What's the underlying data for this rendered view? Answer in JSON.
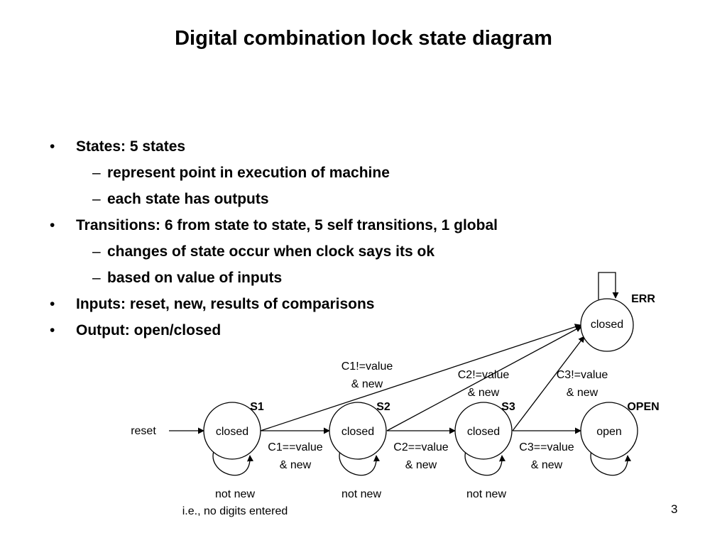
{
  "slide": {
    "title": "Digital combination lock state diagram",
    "page_number": "3",
    "bullets": [
      {
        "level": 1,
        "text": "States: 5 states"
      },
      {
        "level": 2,
        "text": "represent point in execution of machine"
      },
      {
        "level": 2,
        "text": "each state has outputs"
      },
      {
        "level": 1,
        "text": "Transitions: 6 from state to state, 5 self transitions, 1 global"
      },
      {
        "level": 2,
        "text": "changes of state occur when clock says its ok"
      },
      {
        "level": 2,
        "text": "based on value of inputs"
      },
      {
        "level": 1,
        "text": "Inputs: reset, new, results of comparisons"
      },
      {
        "level": 1,
        "text": "Output: open/closed"
      }
    ],
    "bullet_markers": {
      "level1": "•",
      "level2": "–"
    }
  },
  "diagram": {
    "states": [
      {
        "id": "S1",
        "name": "S1",
        "output": "closed"
      },
      {
        "id": "S2",
        "name": "S2",
        "output": "closed"
      },
      {
        "id": "S3",
        "name": "S3",
        "output": "closed"
      },
      {
        "id": "OPEN",
        "name": "OPEN",
        "output": "open"
      },
      {
        "id": "ERR",
        "name": "ERR",
        "output": "closed"
      }
    ],
    "entry": {
      "label": "reset",
      "target": "S1"
    },
    "transitions": [
      {
        "from": "S1",
        "to": "S2",
        "label_line1": "C1==value",
        "label_line2": "& new"
      },
      {
        "from": "S2",
        "to": "S3",
        "label_line1": "C2==value",
        "label_line2": "& new"
      },
      {
        "from": "S3",
        "to": "OPEN",
        "label_line1": "C3==value",
        "label_line2": "& new"
      },
      {
        "from": "S1",
        "to": "ERR",
        "label_line1": "C1!=value",
        "label_line2": "& new"
      },
      {
        "from": "S2",
        "to": "ERR",
        "label_line1": "C2!=value",
        "label_line2": "& new"
      },
      {
        "from": "S3",
        "to": "ERR",
        "label_line1": "C3!=value",
        "label_line2": "& new"
      }
    ],
    "self_loops": [
      {
        "state": "S1",
        "label_line1": "not new",
        "label_line2": "i.e., no digits entered"
      },
      {
        "state": "S2",
        "label_line1": "not new"
      },
      {
        "state": "S3",
        "label_line1": "not new"
      },
      {
        "state": "OPEN"
      },
      {
        "state": "ERR"
      }
    ]
  }
}
